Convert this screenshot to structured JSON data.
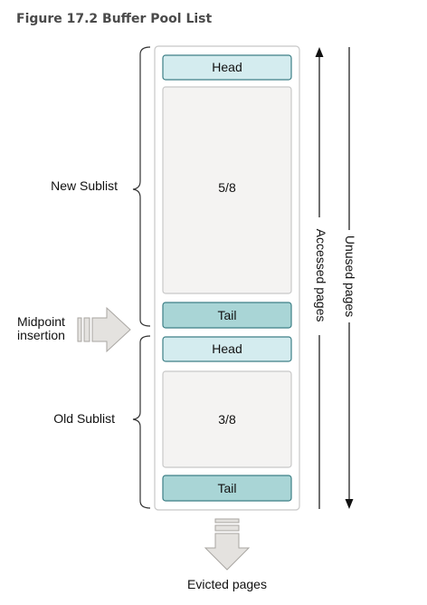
{
  "figure_title": "Figure 17.2 Buffer Pool List",
  "new_sublist": {
    "label": "New Sublist",
    "head": "Head",
    "fraction": "5/8",
    "tail": "Tail"
  },
  "old_sublist": {
    "label": "Old Sublist",
    "head": "Head",
    "fraction": "3/8",
    "tail": "Tail"
  },
  "midpoint_label": [
    "Midpoint",
    "insertion"
  ],
  "accessed_label": "Accessed pages",
  "unused_label": "Unused pages",
  "evicted_label": "Evicted pages",
  "colors": {
    "head_fill": "#d4ecef",
    "tail_fill": "#a9d5d6",
    "box_stroke": "#3d7f86",
    "region_fill": "#f4f3f2",
    "container_stroke": "#c8c8c8",
    "arrow_fill": "#e4e2df",
    "arrow_stroke": "#a9a6a2"
  }
}
